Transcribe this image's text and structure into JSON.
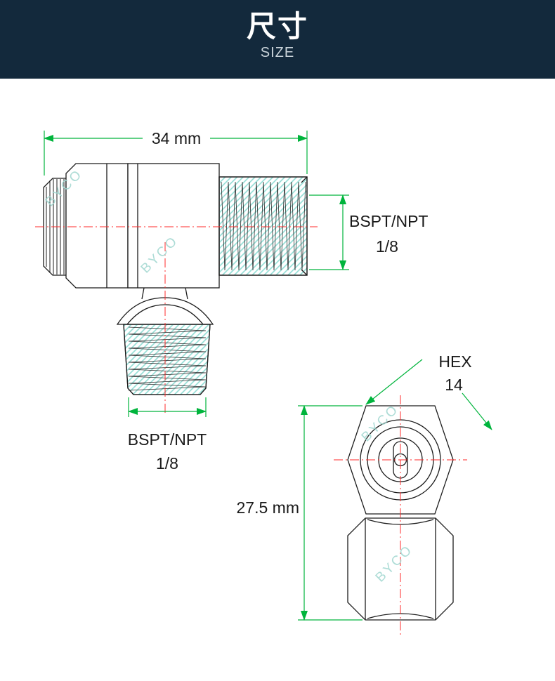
{
  "header": {
    "title_cn": "尺寸",
    "title_en": "SIZE"
  },
  "diagram": {
    "watermark": "BYCO",
    "top_width_dim": "34 mm",
    "height_dim": "27.5 mm",
    "right_thread": {
      "line1": "BSPT/NPT",
      "line2": "1/8"
    },
    "bottom_thread": {
      "line1": "BSPT/NPT",
      "line2": "1/8"
    },
    "hex": {
      "label": "HEX",
      "value": "14"
    }
  },
  "colors": {
    "header_bg": "#13293C",
    "dimension_green": "#00B43C",
    "centerline_red": "#FF2B2B",
    "outline_black": "#1C1C1C",
    "thread_hatch_teal": "#8FDCD4",
    "watermark_teal": "#9FD6CF",
    "title_white": "#FFFFFF",
    "subtitle_gray": "#C9D3DA",
    "text_black": "#1A1A1A"
  }
}
